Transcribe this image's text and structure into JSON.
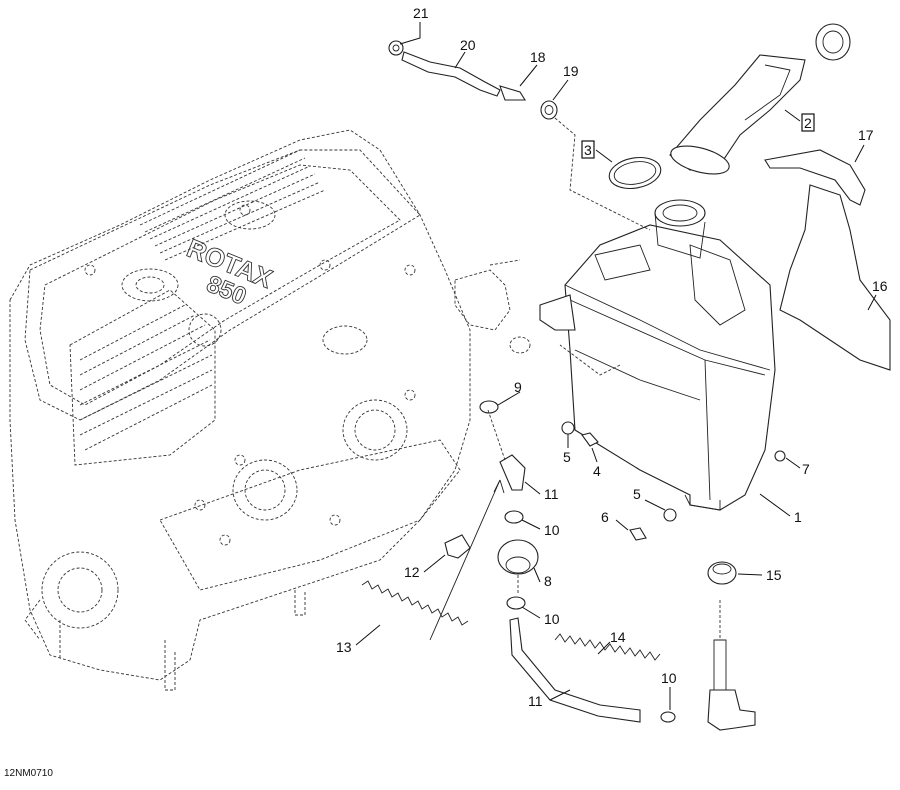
{
  "figure": {
    "reference_code": "12NM0710",
    "engine_brand_marks": [
      "ROTAX",
      "850"
    ]
  },
  "callouts": [
    {
      "id": "c21",
      "label": "21",
      "boxed": false
    },
    {
      "id": "c20",
      "label": "20",
      "boxed": false
    },
    {
      "id": "c18",
      "label": "18",
      "boxed": false
    },
    {
      "id": "c19",
      "label": "19",
      "boxed": false
    },
    {
      "id": "c3",
      "label": "3",
      "boxed": true
    },
    {
      "id": "c2",
      "label": "2",
      "boxed": true
    },
    {
      "id": "c17",
      "label": "17",
      "boxed": false
    },
    {
      "id": "c16",
      "label": "16",
      "boxed": false
    },
    {
      "id": "c9",
      "label": "9",
      "boxed": false
    },
    {
      "id": "c5a",
      "label": "5",
      "boxed": false
    },
    {
      "id": "c4",
      "label": "4",
      "boxed": false
    },
    {
      "id": "c7",
      "label": "7",
      "boxed": false
    },
    {
      "id": "c11a",
      "label": "11",
      "boxed": false
    },
    {
      "id": "c5b",
      "label": "5",
      "boxed": false
    },
    {
      "id": "c1",
      "label": "1",
      "boxed": false
    },
    {
      "id": "c6",
      "label": "6",
      "boxed": false
    },
    {
      "id": "c10a",
      "label": "10",
      "boxed": false
    },
    {
      "id": "c12",
      "label": "12",
      "boxed": false
    },
    {
      "id": "c8",
      "label": "8",
      "boxed": false
    },
    {
      "id": "c15",
      "label": "15",
      "boxed": false
    },
    {
      "id": "c10b",
      "label": "10",
      "boxed": false
    },
    {
      "id": "c13",
      "label": "13",
      "boxed": false
    },
    {
      "id": "c14",
      "label": "14",
      "boxed": false
    },
    {
      "id": "c10c",
      "label": "10",
      "boxed": false
    },
    {
      "id": "c11b",
      "label": "11",
      "boxed": false
    }
  ]
}
